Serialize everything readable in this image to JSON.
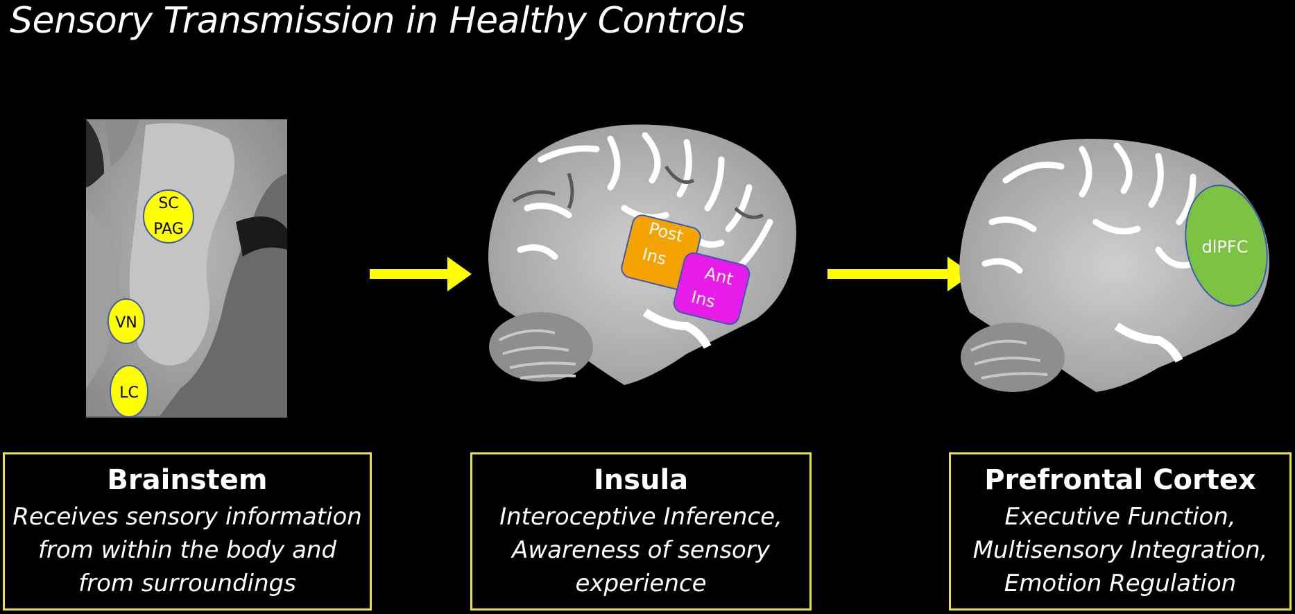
{
  "title": "Sensory Transmission in Healthy Controls",
  "regions": {
    "brainstem_nodes": {
      "sc_pag_line1": "SC",
      "sc_pag_line2": "PAG",
      "vn": "VN",
      "lc": "LC"
    },
    "insula_nodes": {
      "post_line1": "Post",
      "post_line2": "Ins",
      "ant_line1": "Ant",
      "ant_line2": "Ins"
    },
    "prefrontal_nodes": {
      "dlpfc": "dlPFC"
    }
  },
  "colors": {
    "highlight_yellow": "#ffff00",
    "arrow_yellow": "#ffff00",
    "post_ins_orange": "#f5a300",
    "ant_ins_magenta": "#e81ce8",
    "dlpfc_green": "#7cc242",
    "box_border": "#e8e23a"
  },
  "boxes": [
    {
      "heading": "Brainstem",
      "lines": [
        "Receives sensory information",
        "from within the body and",
        "from surroundings"
      ]
    },
    {
      "heading": "Insula",
      "lines": [
        "Interoceptive Inference,",
        "Awareness of sensory",
        "experience"
      ]
    },
    {
      "heading": "Prefrontal Cortex",
      "lines": [
        "Executive Function,",
        "Multisensory Integration,",
        "Emotion Regulation"
      ]
    }
  ]
}
